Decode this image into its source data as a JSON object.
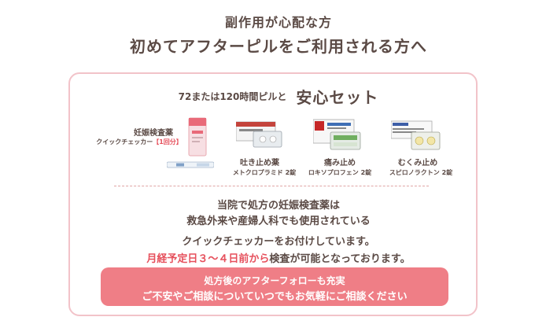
{
  "header": {
    "line1": "副作用が心配な方",
    "line2": "初めてアフターピルをご利用される方へ"
  },
  "set": {
    "title_small": "72または120時間ピルと",
    "title_big": "安心セット"
  },
  "pregnancy_test": {
    "name": "妊娠検査薬",
    "sub_prefix": "クイックチェッカー",
    "sub_accent": "【1回分】"
  },
  "products": [
    {
      "name": "吐き止め薬",
      "sub": "メトクロプラミド 2錠",
      "icon": "nausea-medicine-package"
    },
    {
      "name": "痛み止め",
      "sub": "ロキソプロフェン 2錠",
      "icon": "painkiller-package"
    },
    {
      "name": "むくみ止め",
      "sub": "スピロノラクトン 2錠",
      "icon": "diuretic-package"
    }
  ],
  "messages": {
    "line1": "当院で処方の妊娠検査薬は",
    "line2": "救急外来や産婦人科でも使用されている",
    "line3": "クイックチェッカーをお付けしています。",
    "line4_accent": "月経予定日３～４日前から",
    "line4_rest": "検査が可能となっております。"
  },
  "banner": {
    "line1": "処方後のアフターフォローも充実",
    "line2": "ご不安やご相談についていつでもお気軽にご相談ください"
  },
  "colors": {
    "text": "#5b4a45",
    "accent": "#e6505c",
    "card_border": "#f2c3c9",
    "banner_bg": "#ef7e86"
  }
}
